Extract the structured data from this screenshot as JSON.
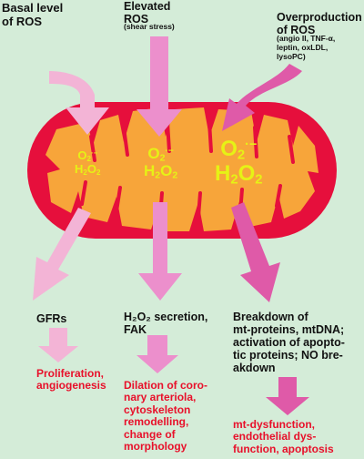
{
  "labels": {
    "basal": "Basal level\nof ROS",
    "elevated_title": "Elevated\nROS",
    "elevated_sub": "(shear stress)",
    "overproduction_title": "Overproduction\nof ROS",
    "overproduction_sub": "(angio II, TNF-α,\nleptin, oxLDL,\nlysoPC)"
  },
  "ros_species": {
    "left": {
      "o2": "O",
      "o2_sub": "2",
      "o2_sup": "·−",
      "h2o2": "H",
      "h2o2_sub1": "2",
      "o": "O",
      "h2o2_sub2": "2"
    },
    "middle": {
      "o2": "O",
      "o2_sub": "2",
      "o2_sup": "·−",
      "h2o2": "H",
      "h2o2_sub1": "2",
      "o": "O",
      "h2o2_sub2": "2"
    },
    "right": {
      "o2": "O",
      "o2_sub": "2",
      "o2_sup": "·−",
      "h2o2": "H",
      "h2o2_sub1": "2",
      "o": "O",
      "h2o2_sub2": "2"
    }
  },
  "outcomes": {
    "left_mid": "GFRs",
    "middle_mid": "H₂O₂ secretion,\nFAK",
    "right_mid": "Breakdown of\nmt-proteins, mtDNA;\nactivation of apoptotic proteins; NO breakdown",
    "right_mid_lines": [
      "Breakdown of",
      "mt-proteins, mtDNA;",
      "activation of apopto-",
      "tic proteins; NO bre-",
      "akdown"
    ],
    "left_final": [
      "Proliferation,",
      "angiogenesis"
    ],
    "middle_final": [
      "Dilation of coro-",
      "nary arteriola,",
      "cytoskeleton",
      "remodelling,",
      "change of",
      "morphology"
    ],
    "right_final": [
      "mt-dysfunction,",
      "endothelial dys-",
      "function, apoptosis"
    ]
  },
  "colors": {
    "background": "#d4ecd8",
    "mito_outer": "#e60f3c",
    "mito_inner": "#f7a53a",
    "arrow_light": "#f3b4d6",
    "arrow_mid": "#ec8fcc",
    "arrow_dark": "#df5aa8",
    "ros_text": "#e6f215"
  }
}
